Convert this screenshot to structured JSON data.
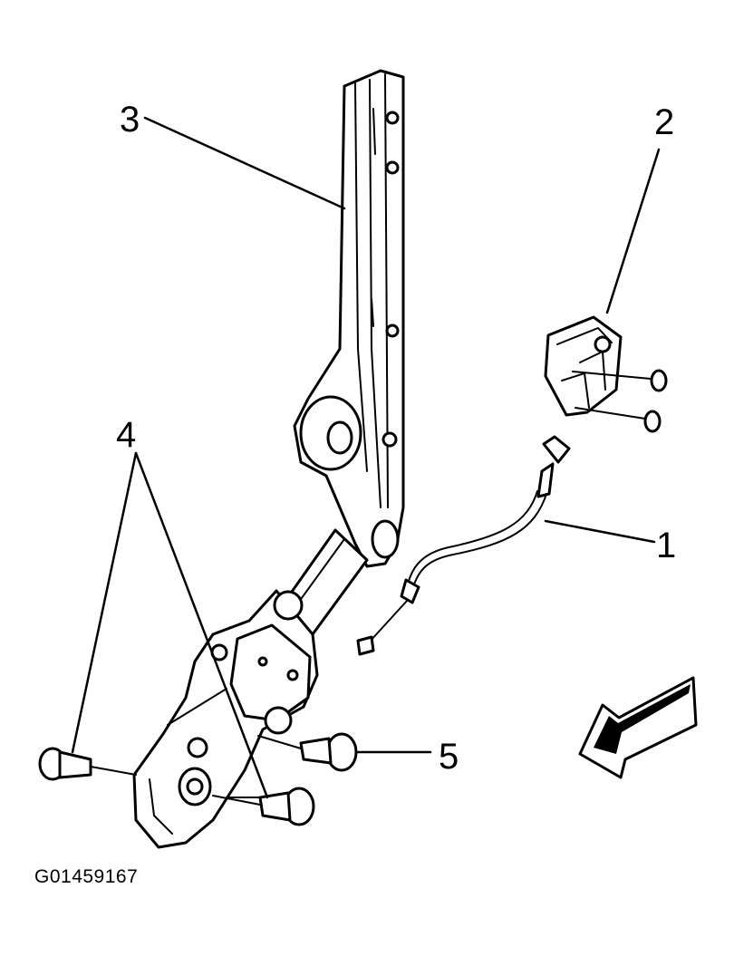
{
  "figure_id": "G01459167",
  "callouts": [
    "1",
    "2",
    "3",
    "4",
    "5"
  ],
  "icons": {
    "direction_arrow": "front-direction-arrow-icon"
  }
}
